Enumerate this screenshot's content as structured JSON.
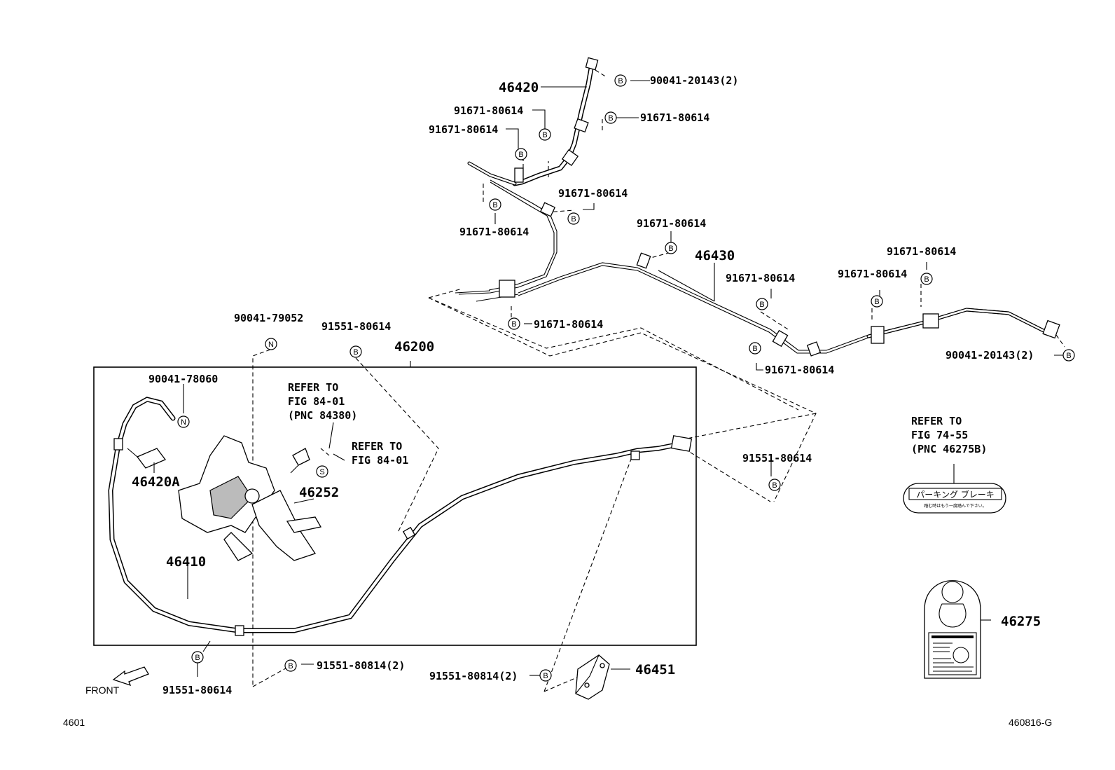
{
  "labels": {
    "p46420": "46420",
    "p46430": "46430",
    "p46200": "46200",
    "p46410": "46410",
    "p46420A": "46420A",
    "p46252": "46252",
    "p46451": "46451",
    "p46275": "46275",
    "b_90041_20143_top": "90041-20143(2)",
    "b_90041_20143_right": "90041-20143(2)",
    "b_91671_a": "91671-80614",
    "b_91671_b": "91671-80614",
    "b_91671_c": "91671-80614",
    "b_91671_d": "91671-80614",
    "b_91671_e": "91671-80614",
    "b_91671_f": "91671-80614",
    "b_91671_g": "91671-80614",
    "b_91671_h": "91671-80614",
    "b_91671_i": "91671-80614",
    "b_91671_j": "91671-80614",
    "b_91671_k": "91671-80614",
    "n_90041_79052": "90041-79052",
    "n_90041_78060": "90041-78060",
    "b_91551_80614_top": "91551-80614",
    "b_91551_80614_right": "91551-80614",
    "b_91551_80614_bottom": "91551-80614",
    "b_91551_80814_mid": "91551-80814(2)",
    "b_91551_80814_left": "91551-80814(2)",
    "refer1_line1": "REFER TO",
    "refer1_line2": "FIG 84-01",
    "refer1_line3": "(PNC 84380)",
    "refer2_line1": "REFER TO",
    "refer2_line2": "FIG 84-01",
    "refer3_line1": "REFER TO",
    "refer3_line2": "FIG 74-55",
    "refer3_line3": "(PNC 46275B)",
    "front": "FRONT",
    "page_code": "4601",
    "fig_code": "460816-G",
    "sym_b": "B",
    "sym_n": "N",
    "sym_s": "S",
    "jp_label": "パーキング ブレーキ",
    "jp_sub": "踏む時はもう一度踏んで下さい。"
  }
}
